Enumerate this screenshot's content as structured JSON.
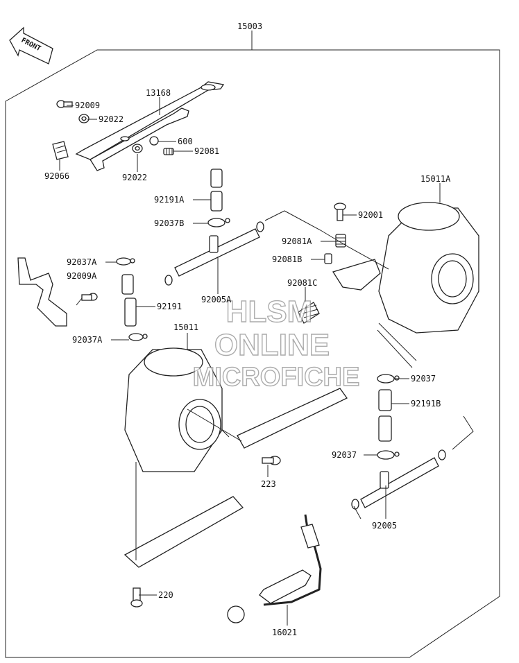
{
  "front_arrow": {
    "label": "FRONT"
  },
  "callouts": [
    {
      "id": "15003",
      "text": "15003"
    },
    {
      "id": "13168",
      "text": "13168"
    },
    {
      "id": "92009",
      "text": "92009"
    },
    {
      "id": "92022a",
      "text": "92022"
    },
    {
      "id": "600",
      "text": "600"
    },
    {
      "id": "92081",
      "text": "92081"
    },
    {
      "id": "92066",
      "text": "92066"
    },
    {
      "id": "92022b",
      "text": "92022"
    },
    {
      "id": "92191A",
      "text": "92191A"
    },
    {
      "id": "92037B",
      "text": "92037B"
    },
    {
      "id": "92037A_top",
      "text": "92037A"
    },
    {
      "id": "92009A",
      "text": "92009A"
    },
    {
      "id": "92191",
      "text": "92191"
    },
    {
      "id": "92005A",
      "text": "92005A"
    },
    {
      "id": "92037A_bot",
      "text": "92037A"
    },
    {
      "id": "15011",
      "text": "15011"
    },
    {
      "id": "15011A",
      "text": "15011A"
    },
    {
      "id": "92001",
      "text": "92001"
    },
    {
      "id": "92081A",
      "text": "92081A"
    },
    {
      "id": "92081B",
      "text": "92081B"
    },
    {
      "id": "92081C",
      "text": "92081C"
    },
    {
      "id": "92037_r1",
      "text": "92037"
    },
    {
      "id": "92191B",
      "text": "92191B"
    },
    {
      "id": "92037_r2",
      "text": "92037"
    },
    {
      "id": "92005",
      "text": "92005"
    },
    {
      "id": "223",
      "text": "223"
    },
    {
      "id": "220",
      "text": "220"
    },
    {
      "id": "16021",
      "text": "16021"
    }
  ],
  "watermark": [
    "HLSM",
    "ONLINE",
    "MICROFICHE"
  ]
}
